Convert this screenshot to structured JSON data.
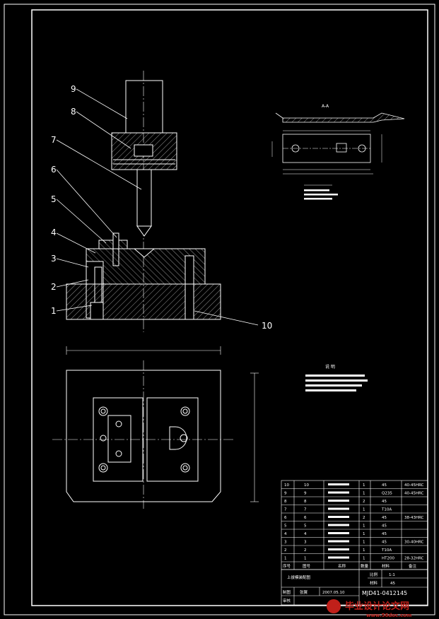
{
  "callouts": [
    "1",
    "2",
    "3",
    "4",
    "5",
    "6",
    "7",
    "8",
    "9",
    "10"
  ],
  "section_title": "A-A",
  "notes_title": "说 明",
  "bom": {
    "rows": [
      {
        "no": "10",
        "qty": "1",
        "mat": "45",
        "note": "40-45HRC"
      },
      {
        "no": "9",
        "qty": "1",
        "mat": "Q235",
        "note": "40-45HRC"
      },
      {
        "no": "8",
        "qty": "2",
        "mat": "45",
        "note": ""
      },
      {
        "no": "7",
        "qty": "1",
        "mat": "T10A",
        "note": ""
      },
      {
        "no": "6",
        "qty": "2",
        "mat": "45",
        "note": "38-43HRC"
      },
      {
        "no": "5",
        "qty": "1",
        "mat": "45",
        "note": ""
      },
      {
        "no": "4",
        "qty": "1",
        "mat": "45",
        "note": ""
      },
      {
        "no": "3",
        "qty": "1",
        "mat": "45",
        "note": "30-40HRC"
      },
      {
        "no": "2",
        "qty": "1",
        "mat": "T10A",
        "note": ""
      },
      {
        "no": "1",
        "qty": "1",
        "mat": "HT200",
        "note": "28-32HRC"
      }
    ],
    "header": {
      "seq": "序号",
      "code": "图号",
      "name": "名称",
      "qty": "数量",
      "mat": "材料",
      "note": "备注"
    }
  },
  "title_block": {
    "drawing_name": "上拔模装配图",
    "scale_label": "比例",
    "scale": "1:1",
    "mat_label": "材料",
    "mat": "45",
    "designer_label": "制图",
    "designer": "张翼",
    "date": "2007.05.10",
    "checker_label": "审核",
    "code": "MJD41-0412145"
  },
  "watermark": {
    "cn": "毕业设计论文网",
    "url": "www.56doc.com"
  },
  "colors": {
    "bg": "#000000",
    "line": "#ffffff",
    "watermark": "#c0201a"
  }
}
